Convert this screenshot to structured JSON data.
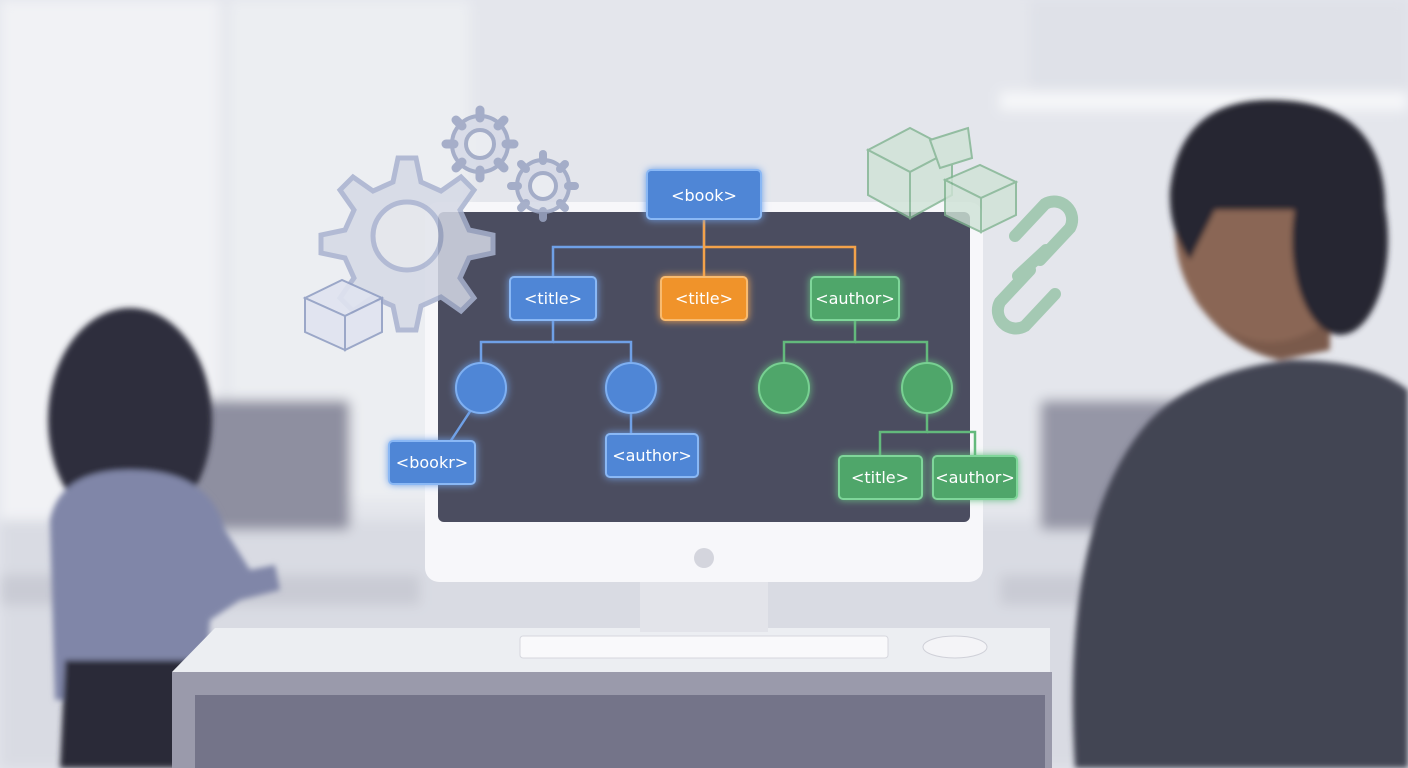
{
  "colors": {
    "blue": "#4f86d6",
    "orange": "#f0932b",
    "green": "#4fa66a",
    "screen": "#4b4d60",
    "bezel": "#f7f7fa"
  },
  "icons": [
    "gear-icon",
    "box-icon",
    "chain-link-icon"
  ],
  "tree": {
    "root": {
      "label": "<book>",
      "color": "blue"
    },
    "level1": [
      {
        "label": "<title>",
        "color": "blue"
      },
      {
        "label": "<title>",
        "color": "orange"
      },
      {
        "label": "<author>",
        "color": "green"
      }
    ],
    "level3": [
      {
        "label": "<bookr>",
        "color": "blue"
      },
      {
        "label": "<author>",
        "color": "blue"
      },
      {
        "label": "<title>",
        "color": "green"
      },
      {
        "label": "<author>",
        "color": "green"
      }
    ]
  }
}
